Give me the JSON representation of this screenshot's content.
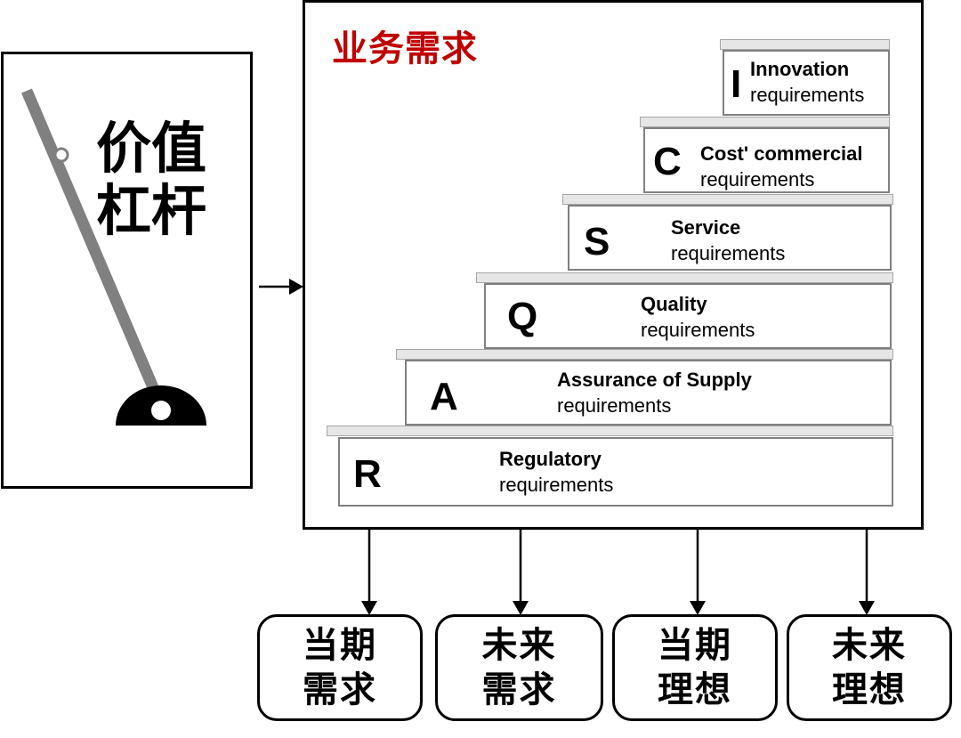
{
  "lever": {
    "title_line1": "价值",
    "title_line2": "杠杆"
  },
  "main": {
    "title": "业务需求"
  },
  "steps": [
    {
      "letter": "I",
      "title": "Innovation",
      "subtitle": "requirements"
    },
    {
      "letter": "C",
      "title": "Cost' commercial",
      "subtitle": "requirements"
    },
    {
      "letter": "S",
      "title": "Service",
      "subtitle": "requirements"
    },
    {
      "letter": "Q",
      "title": "Quality",
      "subtitle": "requirements"
    },
    {
      "letter": "A",
      "title": "Assurance of Supply",
      "subtitle": "requirements"
    },
    {
      "letter": "R",
      "title": "Regulatory",
      "subtitle": "requirements"
    }
  ],
  "outcomes": [
    {
      "line1": "当期",
      "line2": "需求"
    },
    {
      "line1": "未来",
      "line2": "需求"
    },
    {
      "line1": "当期",
      "line2": "理想"
    },
    {
      "line1": "未来",
      "line2": "理想"
    }
  ],
  "colors": {
    "title_red": "#c00000",
    "lever_gray": "#808080",
    "step_border": "#808080",
    "shelf_fill": "#e6e6e6"
  }
}
